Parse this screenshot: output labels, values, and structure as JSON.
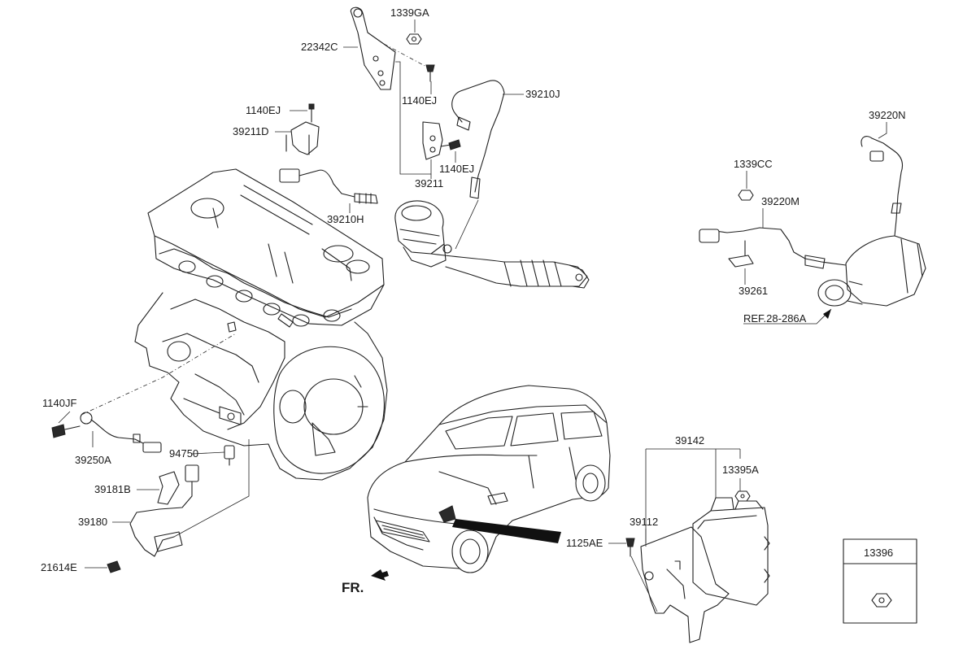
{
  "labels": {
    "p1339GA": "1339GA",
    "p22342C": "22342C",
    "p1140EJ_a": "1140EJ",
    "p1140EJ_b": "1140EJ",
    "p1140EJ_c": "1140EJ",
    "p39210J": "39210J",
    "p39211D": "39211D",
    "p39211": "39211",
    "p39210H": "39210H",
    "p39220N": "39220N",
    "p1339CC": "1339CC",
    "p39220M": "39220M",
    "p39261": "39261",
    "ref": "REF.28-286A",
    "p1140JF": "1140JF",
    "p39250A": "39250A",
    "p94750": "94750",
    "p39181B": "39181B",
    "p39180": "39180",
    "p21614E": "21614E",
    "fr": "FR.",
    "p39142": "39142",
    "p13395A": "13395A",
    "p39112": "39112",
    "p1125AE": "1125AE",
    "box_title": "13396"
  }
}
